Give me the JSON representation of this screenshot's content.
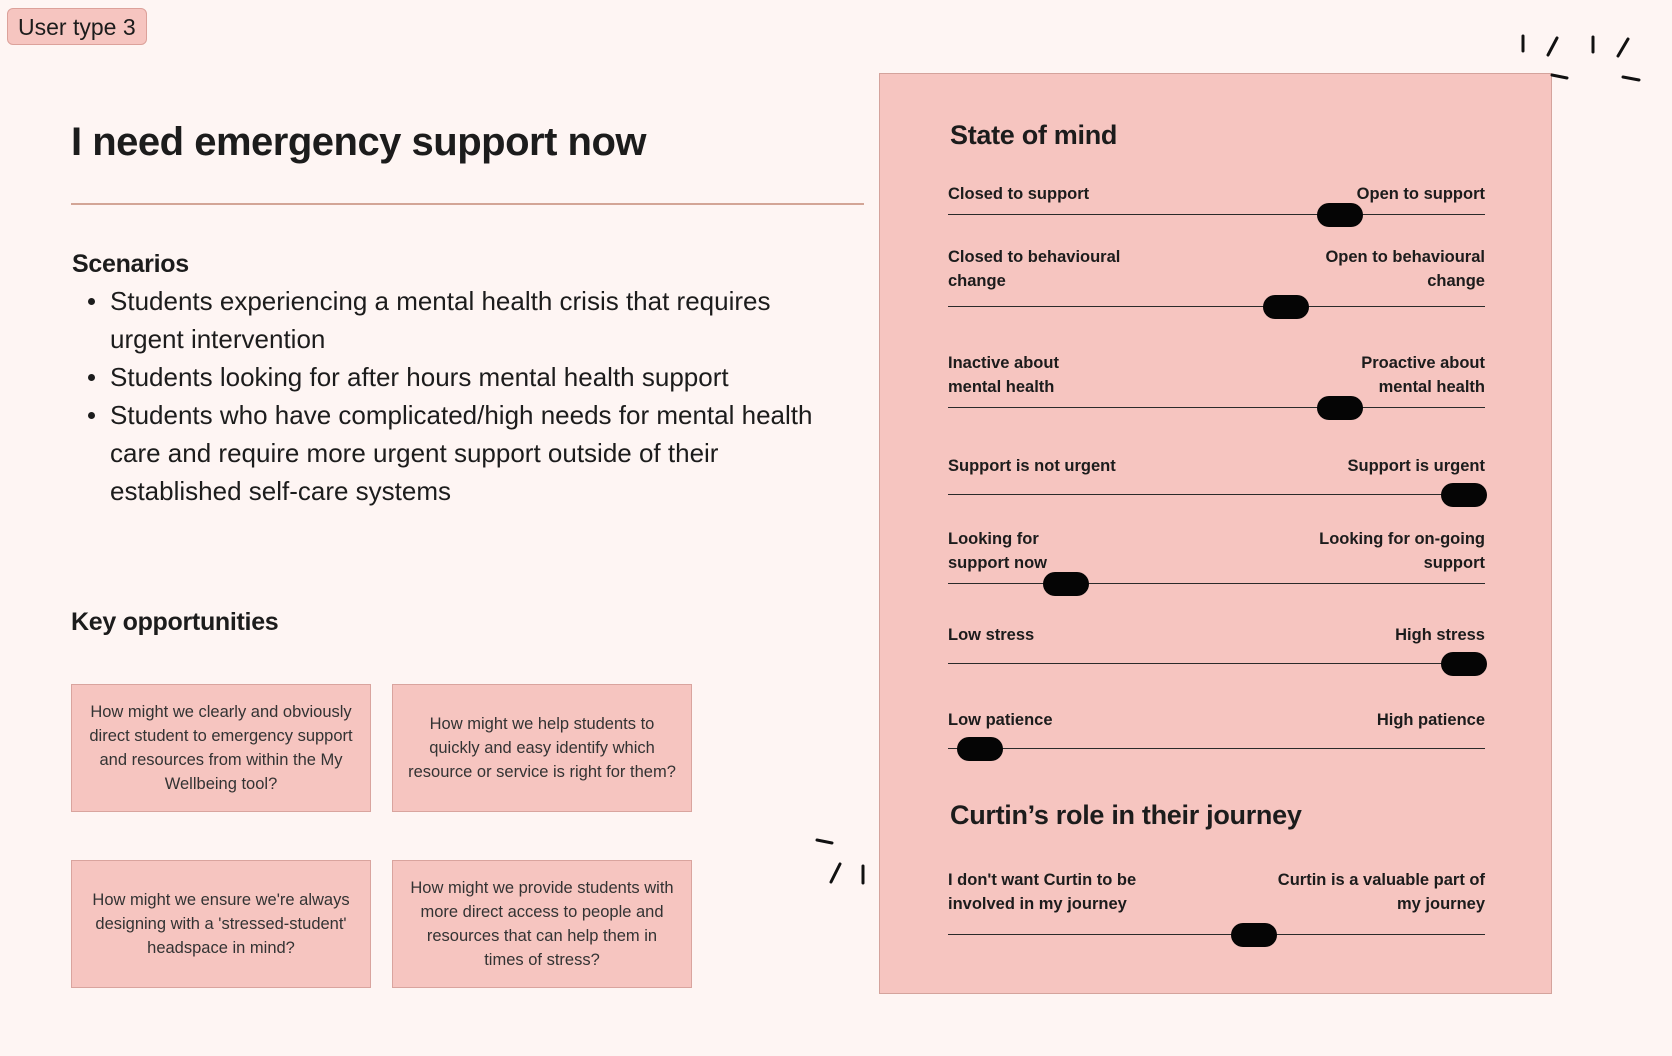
{
  "tag": "User type 3",
  "title": "I need emergency support now",
  "scenarios": {
    "heading": "Scenarios",
    "items": [
      "Students experiencing a mental health crisis that requires urgent intervention",
      "Students looking for after hours mental health support",
      "Students who have complicated/high needs for mental health care and require more urgent support outside of their established self-care systems"
    ]
  },
  "opportunities": {
    "heading": "Key opportunities",
    "cards": [
      "How might we clearly and obviously direct student to emergency support and resources from within the My Wellbeing tool?",
      "How might we help students to quickly and easy identify which resource or service is right for them?",
      "How might we ensure we're always designing with a 'stressed-student' headspace in mind?",
      "How might we provide students with more direct access to people and resources that can help them in times of stress?"
    ]
  },
  "state_of_mind": {
    "heading": "State of mind",
    "sliders": [
      {
        "left": "Closed to support",
        "right": "Open to support",
        "value": 0.73
      },
      {
        "left": "Closed to behavioural\nchange",
        "right": "Open to behavioural\nchange",
        "value": 0.63
      },
      {
        "left": "Inactive about\nmental health",
        "right": "Proactive about\nmental health",
        "value": 0.73
      },
      {
        "left": "Support is not urgent",
        "right": "Support is urgent",
        "value": 0.96
      },
      {
        "left": "Looking for\nsupport now",
        "right": "Looking for on-going\nsupport",
        "value": 0.22
      },
      {
        "left": "Low stress",
        "right": "High stress",
        "value": 0.96
      },
      {
        "left": "Low patience",
        "right": "High patience",
        "value": 0.06
      }
    ]
  },
  "curtin_role": {
    "heading": "Curtin’s role in their journey",
    "sliders": [
      {
        "left": "I don't want Curtin to be\ninvolved in my journey",
        "right": "Curtin is a valuable part of\nmy journey",
        "value": 0.57
      }
    ]
  },
  "colors": {
    "background": "#fef5f3",
    "card": "#f6c5c0",
    "knob": "#050505",
    "divider": "#d3a596"
  }
}
